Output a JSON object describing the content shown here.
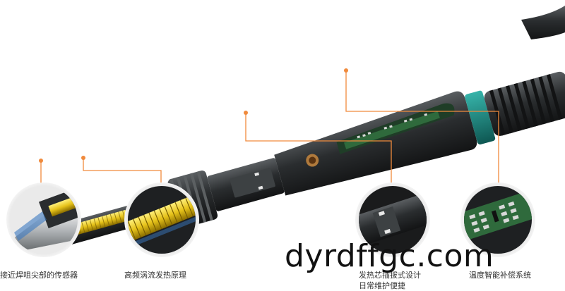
{
  "callouts": [
    {
      "label": "接近焊咀尖部的传感器"
    },
    {
      "label": "高频涡流发热原理"
    },
    {
      "label_line1": "发热芯插拔式设计",
      "label_line2": "日常维护便捷"
    },
    {
      "label": "温度智能补偿系统"
    }
  ],
  "watermark": {
    "text": "dyrdffgc.com"
  },
  "colors": {
    "accent": "#f08a3c",
    "teal": "#1a8a84",
    "coil": "#e6c21a",
    "body": "#2b2e30",
    "pcb": "#2f6a3c"
  }
}
